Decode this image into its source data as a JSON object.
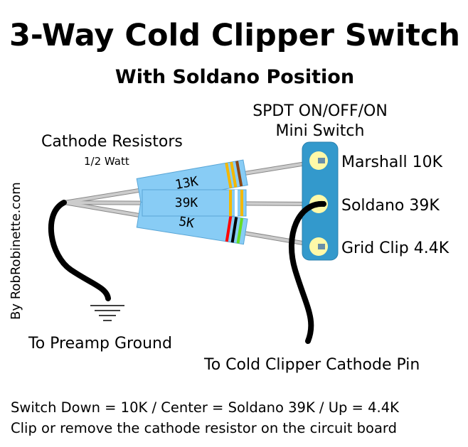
{
  "title": "3-Way Cold Clipper Switch",
  "subtitle": "With Soldano Position",
  "switch": {
    "type": "SPDT ON/OFF/ON",
    "name": "Mini Switch",
    "color": "#3399cc",
    "terminal_color": "#fff9a8"
  },
  "resistors": {
    "heading": "Cathode Resistors",
    "rating": "1/2 Watt",
    "items": [
      {
        "label": "13K",
        "bands": [
          "#f5b800",
          "#f5b800",
          "#8b4513"
        ]
      },
      {
        "label": "39K",
        "bands": [
          "#f5b800",
          "#ffffff",
          "#f5b800"
        ]
      },
      {
        "label": "5K",
        "bands": [
          "#ff0000",
          "#000000",
          "#66dd22"
        ]
      }
    ]
  },
  "positions": [
    "Marshall 10K",
    "Soldano 39K",
    "Grid Clip 4.4K"
  ],
  "credit": "By RobRobinette.com",
  "ground_label": "To Preamp Ground",
  "cathode_label": "To Cold Clipper Cathode Pin",
  "notes": [
    "Switch Down = 10K / Center = Soldano 39K / Up = 4.4K",
    "Clip or remove the cathode resistor on the circuit board"
  ]
}
